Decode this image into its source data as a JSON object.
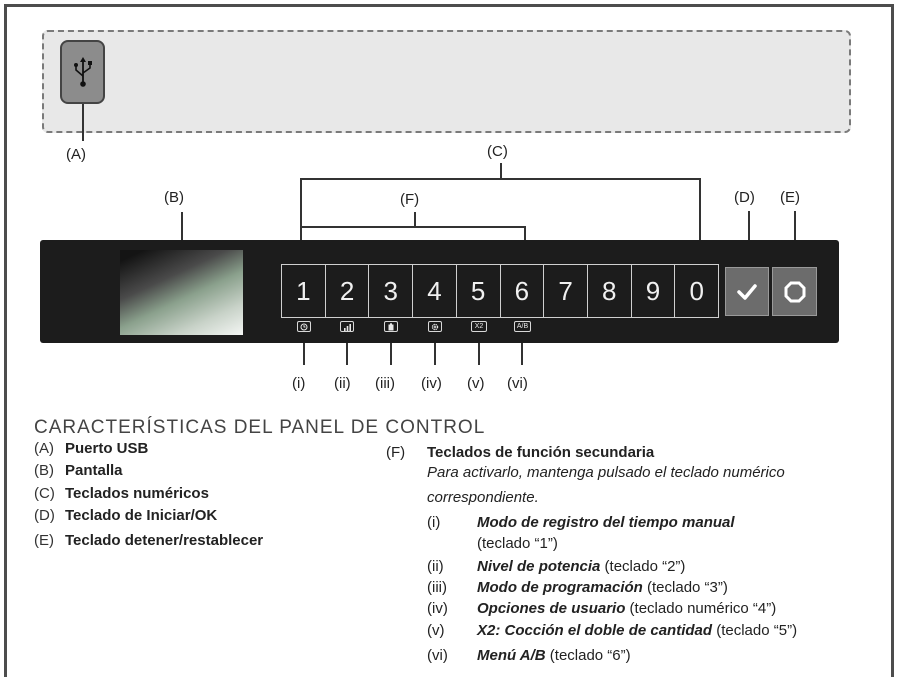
{
  "callouts": {
    "A": "(A)",
    "B": "(B)",
    "C": "(C)",
    "D": "(D)",
    "E": "(E)",
    "F": "(F)"
  },
  "keypad": {
    "keys": [
      "1",
      "2",
      "3",
      "4",
      "5",
      "6",
      "7",
      "8",
      "9",
      "0"
    ],
    "sub_icons": [
      {
        "name": "clock-icon",
        "text": ""
      },
      {
        "name": "power-bars-icon",
        "text": ""
      },
      {
        "name": "program-icon",
        "text": ""
      },
      {
        "name": "gear-icon",
        "text": ""
      },
      {
        "name": "x2-icon",
        "text": "X2"
      },
      {
        "name": "ab-icon",
        "text": "A/B"
      }
    ],
    "sub_labels": [
      "(i)",
      "(ii)",
      "(iii)",
      "(iv)",
      "(v)",
      "(vi)"
    ]
  },
  "heading": "CARACTERÍSTICAS DEL PANEL DE CONTROL",
  "features": [
    {
      "code": "(A)",
      "label": "Puerto USB"
    },
    {
      "code": "(B)",
      "label": "Pantalla"
    },
    {
      "code": "(C)",
      "label": "Teclados numéricos"
    },
    {
      "code": "(D)",
      "label": "Teclado de Iniciar/OK"
    },
    {
      "code": "(E)",
      "label": "Teclado detener/restablecer"
    }
  ],
  "secondary": {
    "code": "(F)",
    "title": "Teclados de función secundaria",
    "note_line1": "Para activarlo, mantenga pulsado el teclado numérico",
    "note_line2": "correspondiente.",
    "items": [
      {
        "code": "(i)",
        "name": "Modo de registro del tiempo manual",
        "rest": "",
        "rest2": "(teclado “1”)"
      },
      {
        "code": "(ii)",
        "name": "Nivel de potencia",
        "rest": " (teclado “2”)"
      },
      {
        "code": "(iii)",
        "name": "Modo de programación",
        "rest": " (teclado “3”)"
      },
      {
        "code": "(iv)",
        "name": "Opciones de usuario",
        "rest": " (teclado numérico “4”)"
      },
      {
        "code": "(v)",
        "name": "X2: Cocción el doble de cantidad",
        "rest": " (teclado “5”)"
      },
      {
        "code": "(vi)",
        "name": "Menú A/B",
        "rest": " (teclado “6”)"
      }
    ]
  },
  "colors": {
    "panel": "#1c1c1c",
    "button": "#6c6c6c",
    "usb_area": "#e8e8e8"
  }
}
